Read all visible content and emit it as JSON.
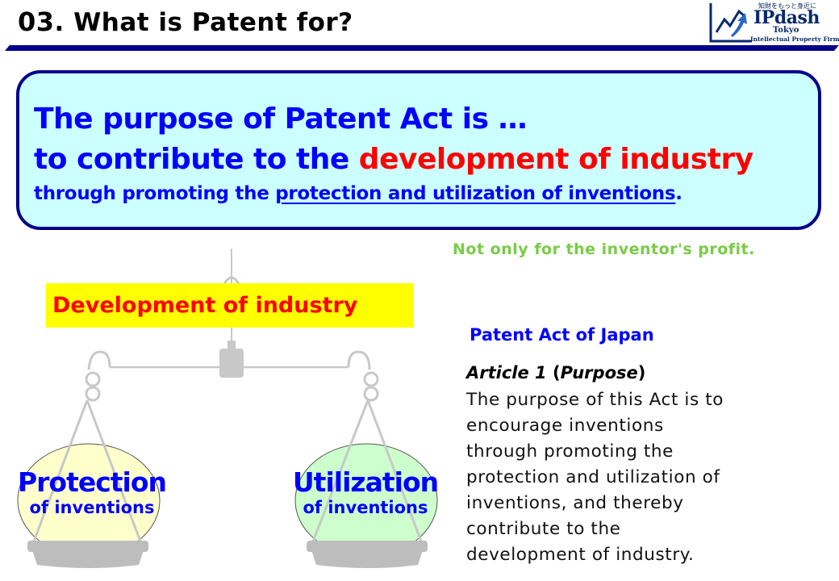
{
  "header": {
    "number": "03",
    "title": "What is Patent for?",
    "bar_color": "#00008b"
  },
  "logo": {
    "tagline_jp": "知財をもっと身近に",
    "brand": "IPdash",
    "city": "Tokyo",
    "firm": "Intellectual Property Firm",
    "icon": "rising-chart-arrow-icon"
  },
  "purpose": {
    "line1": "The purpose of Patent Act is …",
    "line2_prefix": "to contribute to the ",
    "line2_highlight": "development of industry",
    "line3_prefix": "through promoting the ",
    "line3_underlined": "protection and utilization of inventions",
    "line3_suffix": ".",
    "colors": {
      "text": "#0000ff",
      "highlight": "#ff0000",
      "background": "#ccffff",
      "border": "#00008b"
    }
  },
  "note": "Not only for the inventor's profit.",
  "scale": {
    "top_label": "Development of industry",
    "left_pan": {
      "title": "Protection",
      "subtitle": "of inventions",
      "color": "#ffffcc"
    },
    "right_pan": {
      "title": "Utilization",
      "subtitle": "of inventions",
      "color": "#ccffcc"
    }
  },
  "law": {
    "act_title": "Patent Act of Japan",
    "article_label": "Article 1",
    "article_paren_open": " (",
    "article_name": "Purpose",
    "article_paren_close": ")",
    "body_lines": [
      "The purpose of this Act is to",
      "encourage inventions",
      "through promoting the",
      "protection and utilization of",
      "inventions, and thereby",
      "contribute to the",
      "development of industry."
    ]
  }
}
